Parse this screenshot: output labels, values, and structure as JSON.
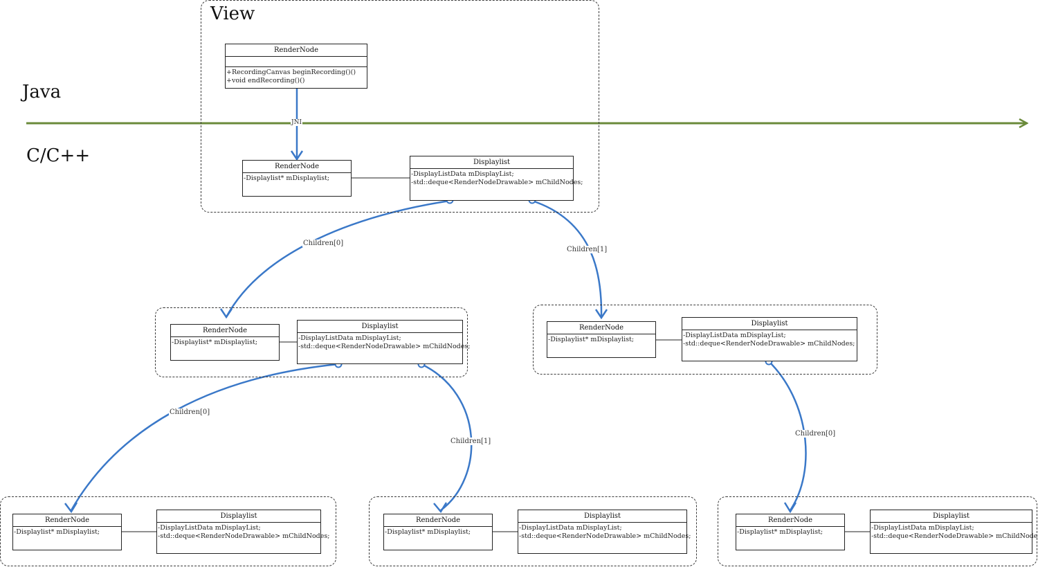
{
  "labels": {
    "view": "View",
    "java": "Java",
    "cpp": "C/C++",
    "jni": "JNI",
    "children0": "Children[0]",
    "children1": "Children[1]"
  },
  "colors": {
    "timeline": "#6a8a3a",
    "link": "#3a78c8",
    "border": "#222222"
  },
  "java_render_node": {
    "title": "RenderNode",
    "methods": [
      "+RecordingCanvas beginRecording()()",
      "+void endRecording()()"
    ]
  },
  "native_render_node": {
    "title": "RenderNode",
    "fields": [
      "-Displaylist* mDisplaylist;"
    ]
  },
  "displaylist": {
    "title": "Displaylist",
    "fields": [
      "-DisplayListData mDisplayList;",
      "-std::deque<RenderNodeDrawable> mChildNodes;"
    ]
  }
}
